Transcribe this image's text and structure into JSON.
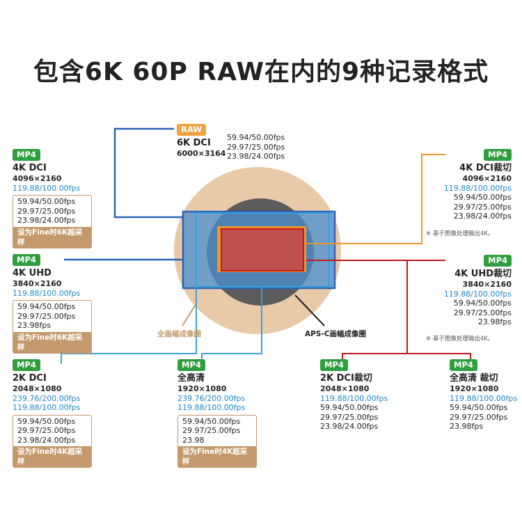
{
  "title": "包含6K 60P RAW在内的9种记录格式",
  "colors": {
    "blue": "#2a63b8",
    "light_blue": "#3aa0dc",
    "orange": "#f0962c",
    "red": "#c0171b",
    "green": "#2f9e3f",
    "tan": "#c49a6c"
  },
  "sensor_labels": {
    "full_frame": "全画幅成像圈",
    "apsc": "APS-C画幅成像圈"
  },
  "formats": {
    "raw_6k": {
      "badge": "RAW",
      "name": "6K DCI",
      "res": "6000×3164",
      "fps": [
        "59.94/50.00fps",
        "29.97/25.00fps",
        "23.98/24.00fps"
      ]
    },
    "dci_4k": {
      "badge": "MP4",
      "name": "4K DCI",
      "res": "4096×2160",
      "hfr": [
        "119.88/100.00fps"
      ],
      "fps": [
        "59.94/50.00fps",
        "29.97/25.00fps",
        "23.98/24.00fps"
      ],
      "fine": "设为Fine时6K超采样"
    },
    "uhd_4k": {
      "badge": "MP4",
      "name": "4K UHD",
      "res": "3840×2160",
      "hfr": [
        "119.88/100.00fps"
      ],
      "fps": [
        "59.94/50.00fps",
        "29.97/25.00fps",
        "23.98fps"
      ],
      "fine": "设为Fine时6K超采样"
    },
    "dci_2k": {
      "badge": "MP4",
      "name": "2K DCI",
      "res": "2048×1080",
      "hfr": [
        "239.76/200.00fps",
        "119.88/100.00fps"
      ],
      "fps": [
        "59.94/50.00fps",
        "29.97/25.00fps",
        "23.98/24.00fps"
      ],
      "fine": "设为Fine时4K超采样"
    },
    "fhd": {
      "badge": "MP4",
      "name": "全高清",
      "res": "1920×1080",
      "hfr": [
        "239.76/200.00fps",
        "119.88/100.00fps"
      ],
      "fps": [
        "59.94/50.00fps",
        "29.97/25.00fps",
        "23.98"
      ],
      "fine": "设为Fine时4K超采样"
    },
    "dci_4k_crop": {
      "badge": "MP4",
      "name": "4K DCI裁切",
      "res": "4096×2160",
      "hfr": [
        "119.88/100.00fps"
      ],
      "fps": [
        "59.94/50.00fps",
        "29.97/25.00fps",
        "23.98/24.00fps"
      ],
      "note": "※ 基于图像处理输出4K。"
    },
    "uhd_4k_crop": {
      "badge": "MP4",
      "name": "4K UHD裁切",
      "res": "3840×2160",
      "hfr": [
        "119.88/100.00fps"
      ],
      "fps": [
        "59.94/50.00fps",
        "29.97/25.00fps",
        "23.98fps"
      ],
      "note": "※ 基于图像处理输出4K。"
    },
    "dci_2k_crop": {
      "badge": "MP4",
      "name": "2K DCI裁切",
      "res": "2048×1080",
      "hfr": [
        "119.88/100.00fps"
      ],
      "fps": [
        "59.94/50.00fps",
        "29.97/25.00fps",
        "23.98/24.00fps"
      ]
    },
    "fhd_crop": {
      "badge": "MP4",
      "name": "全高清 裁切",
      "res": "1920×1080",
      "hfr": [
        "119.88/100.00fps"
      ],
      "fps": [
        "59.94/50.00fps",
        "29.97/25.00fps",
        "23.98fps"
      ]
    }
  }
}
